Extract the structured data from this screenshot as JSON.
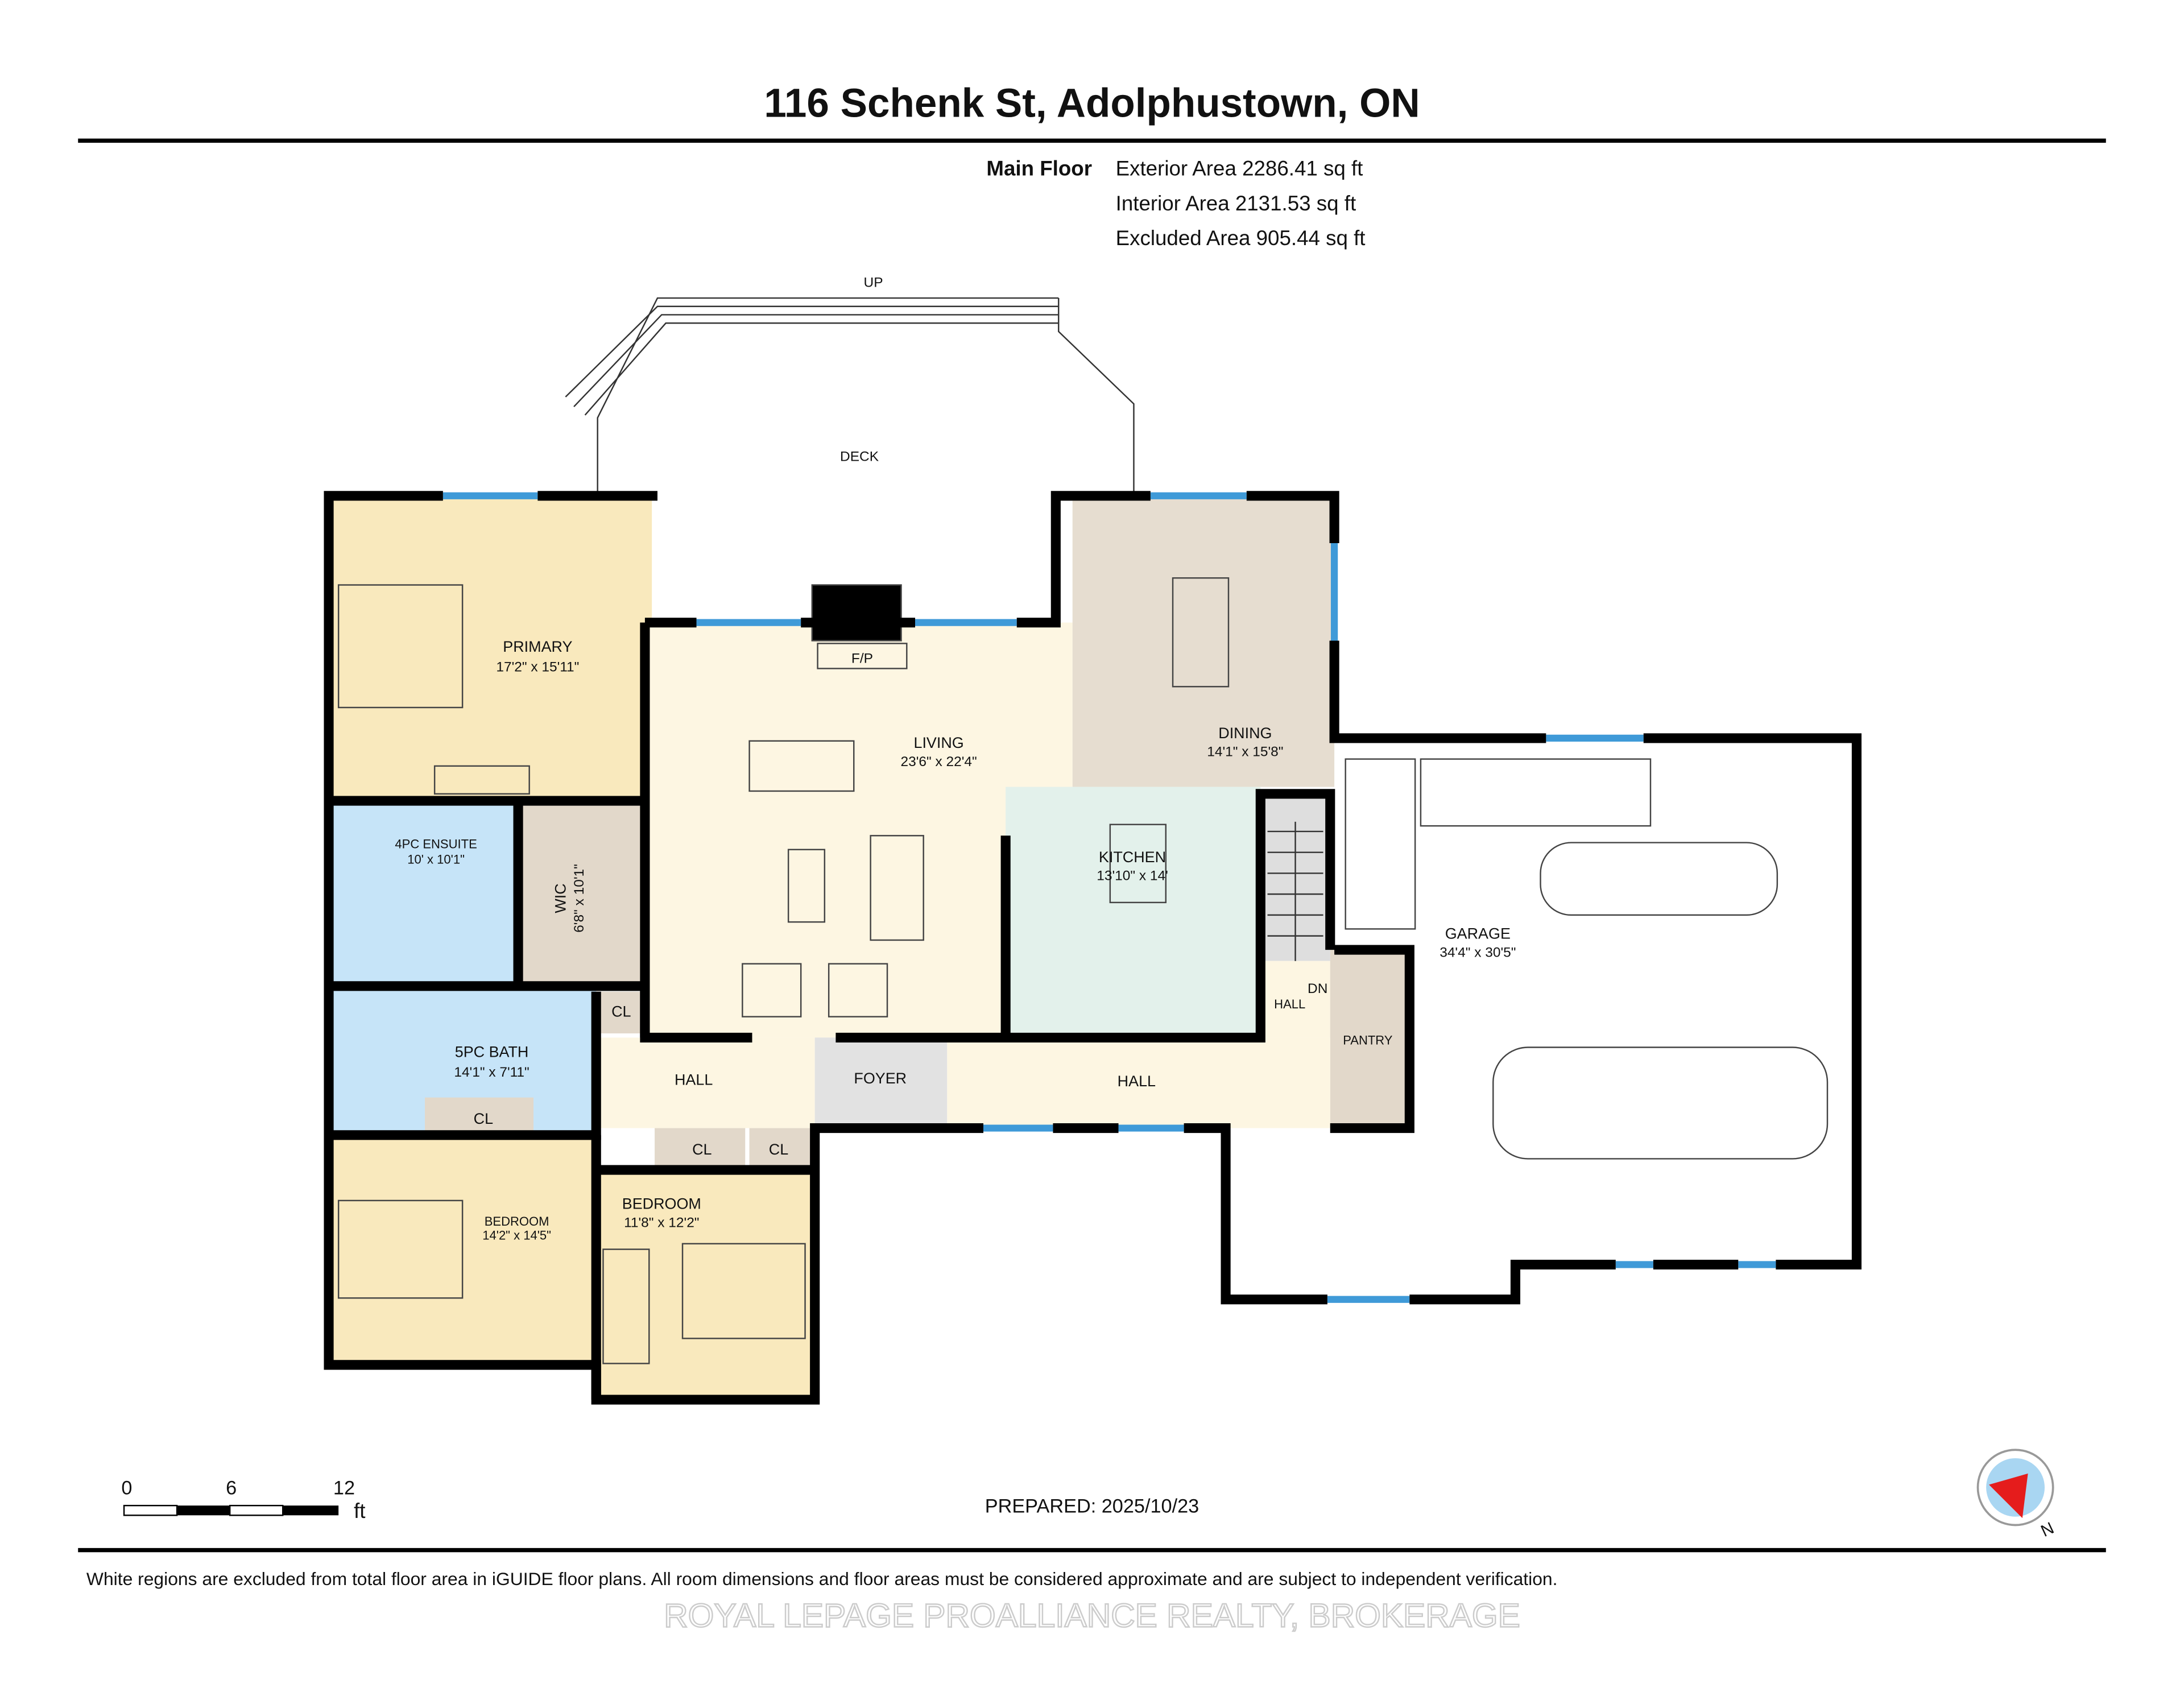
{
  "header": {
    "title": "116 Schenk St, Adolphustown, ON",
    "floor_name": "Main Floor",
    "areas": [
      "Exterior Area 2286.41 sq ft",
      "Interior Area 2131.53 sq ft",
      "Excluded Area 905.44 sq ft"
    ]
  },
  "plan": {
    "deck": {
      "label": "DECK",
      "stairs_label": "UP"
    },
    "rooms": {
      "primary": {
        "name": "PRIMARY",
        "dims": "17'2\" x 15'11\""
      },
      "ensuite": {
        "name": "4PC ENSUITE",
        "dims": "10' x 10'1\""
      },
      "wic": {
        "name": "WIC",
        "dims": "6'8\" x 10'1\""
      },
      "bath": {
        "name": "5PC BATH",
        "dims": "14'1\" x 7'11\""
      },
      "living": {
        "name": "LIVING",
        "dims": "23'6\" x 22'4\""
      },
      "fireplace": {
        "name": "F/P"
      },
      "dining": {
        "name": "DINING",
        "dims": "14'1\" x 15'8\""
      },
      "kitchen": {
        "name": "KITCHEN",
        "dims": "13'10\" x 14'"
      },
      "garage": {
        "name": "GARAGE",
        "dims": "34'4\" x 30'5\""
      },
      "pantry": {
        "name": "PANTRY"
      },
      "hall_small": {
        "name": "HALL"
      },
      "stairs_down": {
        "name": "DN"
      },
      "hall_left": {
        "name": "HALL"
      },
      "foyer": {
        "name": "FOYER"
      },
      "hall_right": {
        "name": "HALL"
      },
      "bedroom1": {
        "name": "BEDROOM",
        "dims": "14'2\" x 14'5\""
      },
      "bedroom2": {
        "name": "BEDROOM",
        "dims": "11'8\" x 12'2\""
      },
      "closets": [
        "CL",
        "CL",
        "CL",
        "CL"
      ]
    },
    "colors": {
      "bedroom": "#f9e9bd",
      "bath": "#c6e4f8",
      "closet": "#e2d8ca",
      "living": "#fdf6e2",
      "dining": "#e6ddd0",
      "kitchen": "#e3f1eb",
      "foyer": "#e2e2e2",
      "window": "#3f9ad8"
    }
  },
  "scale_bar": {
    "ticks": [
      "0",
      "6",
      "12"
    ],
    "unit": "ft"
  },
  "prepared": "PREPARED: 2025/10/23",
  "compass": {
    "label": "N"
  },
  "footer": {
    "disclaimer": "White regions are excluded from total floor area in iGUIDE floor plans. All room dimensions and floor areas must be considered approximate and are subject to independent verification.",
    "watermark": "ROYAL LEPAGE PROALLIANCE REALTY, BROKERAGE"
  }
}
